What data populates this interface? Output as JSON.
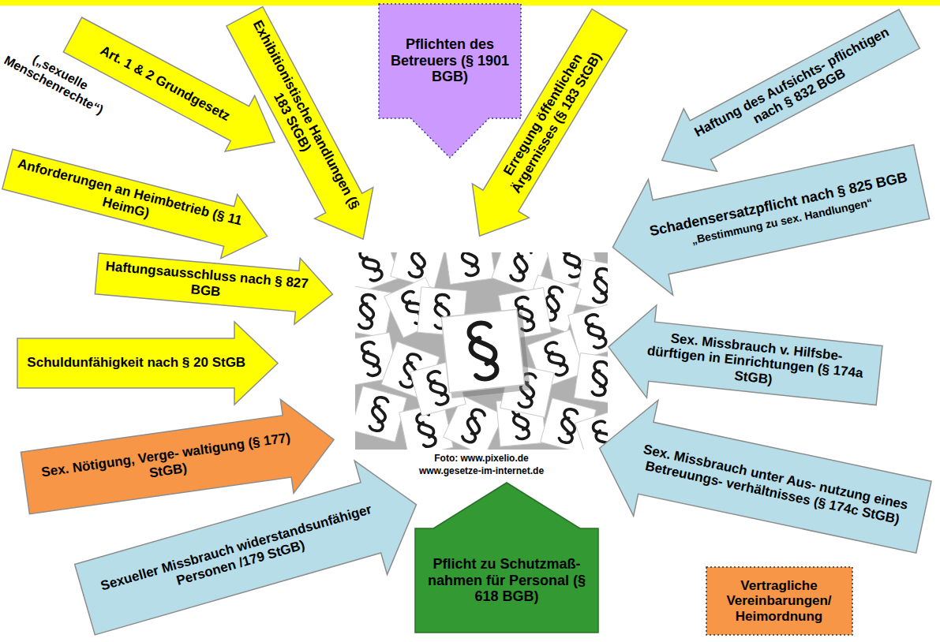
{
  "diagram": {
    "nodes": [
      {
        "text": [
          "Art. 1 & 2 Grundgesetz"
        ]
      },
      {
        "text": [
          "Exhibitionistische Handlungen (§ 183 StGB)"
        ]
      },
      {
        "text": [
          "Pflichten des Betreuers (§ 1901 BGB)"
        ]
      },
      {
        "text": [
          "Erregung öffentlichen Ärgernisses (§ 183 StGB)"
        ]
      },
      {
        "text": [
          "Haftung des Aufsichts- pflichtigen nach § 832 BGB"
        ]
      },
      {
        "text": [
          "Anforderungen an Heimbetrieb (§ 11 HeimG)"
        ]
      },
      {
        "text": [
          "Schadensersatzpflicht nach § 825 BGB",
          "„Bestimmung zu sex. Handlungen“"
        ]
      },
      {
        "text": [
          "Haftungsausschluss nach § 827 BGB"
        ]
      },
      {
        "text": [
          "Sex. Missbrauch v. Hilfsbe- dürftigen in Einrichtungen (§ 174a StGB)"
        ]
      },
      {
        "text": [
          "Schuldunfähigkeit nach § 20 StGB"
        ]
      },
      {
        "text": [
          "Sex. Nötigung, Verge- waltigung (§ 177) StGB)"
        ]
      },
      {
        "text": [
          "Sex. Missbrauch unter Aus- nutzung eines Betreuungs- verhältnisses (§ 174c StGB)"
        ]
      },
      {
        "text": [
          "Sexueller Missbrauch widerstandsunfähiger Personen /179 StGB)"
        ]
      },
      {
        "text": [
          "Pflicht zu Schutzmaß- nahmen für Personal (§ 618 BGB)"
        ]
      },
      {
        "text": [
          "Vertragliche Vereinbarungen/ Heimordnung"
        ]
      }
    ],
    "labels": [
      "(„sexuelle Menschenrechte“)",
      "Foto: www.pixelio.de",
      "www.gesetze-im-internet.de"
    ]
  }
}
